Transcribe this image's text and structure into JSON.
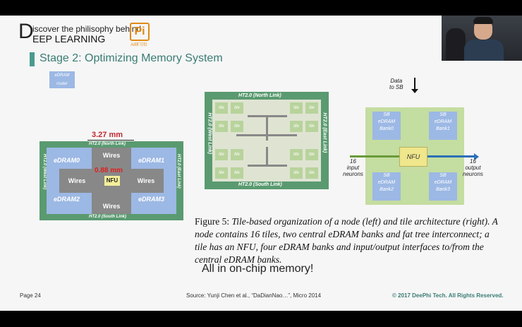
{
  "header": {
    "letter": "D",
    "line1": "iscover the philisophy behind",
    "line2": "EEP LEARNING",
    "logo_text": "Pi",
    "logo_sub": "AI研习社"
  },
  "slide_title": "Stage 2: Optimizing Memory System",
  "left_diagram": {
    "measure_top": "3.27 mm",
    "measure_mid": "0.88 mm",
    "north": "HT2.0 (North Link)",
    "south": "HT2.0 (South Link)",
    "west": "HT2.0 (West Link)",
    "east": "HT2.0 (East Link)",
    "banks": [
      "eDRAM0",
      "eDRAM1",
      "eDRAM2",
      "eDRAM3"
    ],
    "wires": [
      "Wires",
      "Wires",
      "Wires",
      "Wires"
    ],
    "nfu": "NFU"
  },
  "mid_diagram": {
    "north": "HT2.0 (North Link)",
    "south": "HT2.0 (South Link)",
    "west": "HT2.0 (West Link)",
    "east": "HT2.0 (East Link)",
    "tile_label": "tile",
    "router": [
      "eDRAM",
      "router"
    ]
  },
  "right_diagram": {
    "data_label": [
      "Data",
      "to SB"
    ],
    "banks": [
      [
        "SB",
        "eDRAM",
        "Bank0"
      ],
      [
        "SB",
        "eDRAM",
        "Bank1"
      ],
      [
        "SB",
        "eDRAM",
        "Bank2"
      ],
      [
        "SB",
        "eDRAM",
        "Bank3"
      ]
    ],
    "nfu": "NFU",
    "input": [
      "16",
      "input",
      "neurons"
    ],
    "output": [
      "16",
      "output",
      "neurons"
    ]
  },
  "caption": {
    "fig": "Figure 5:",
    "text": "Tile-based organization of a node (left) and tile architecture (right). A node contains 16 tiles, two central eDRAM banks and fat tree interconnect; a tile has an NFU, four eDRAM banks and input/output interfaces to/from the central eDRAM banks."
  },
  "note": "All in on-chip memory!",
  "footer": {
    "page": "Page 24",
    "source": "Source: Yunji Chen et al., “DaDianNao…”, Micro 2014",
    "copyright": "© 2017 DeePhi Tech. All Rights Reserved."
  },
  "colors": {
    "accent": "#3a7c74",
    "board_green": "#5a9a70",
    "edram_blue": "#9cb8e4",
    "tile_green": "#b8d39c",
    "nfu_yellow": "#f0e68c",
    "measure_red": "#c0282f"
  }
}
